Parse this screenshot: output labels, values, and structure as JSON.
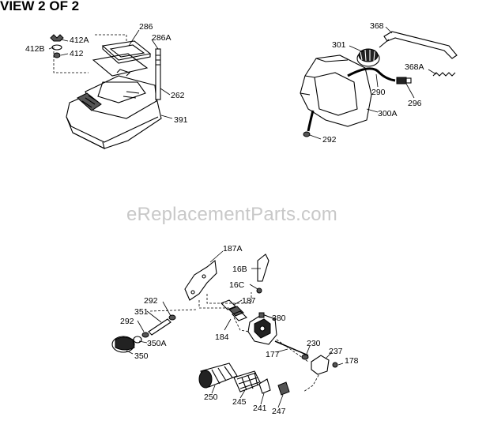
{
  "header": {
    "title": "VIEW 2 OF 2"
  },
  "watermark": "eReplacementParts.com",
  "callouts": {
    "p286": "286",
    "p286a": "286A",
    "p412a": "412A",
    "p412b": "412B",
    "p412": "412",
    "p262": "262",
    "p391": "391",
    "p368": "368",
    "p301": "301",
    "p368a": "368A",
    "p290": "290",
    "p296": "296",
    "p300a": "300A",
    "p292top": "292",
    "p187a": "187A",
    "p16b": "16B",
    "p16c": "16C",
    "p187": "187",
    "p380": "380",
    "p184": "184",
    "p292a": "292",
    "p351": "351",
    "p292b": "292",
    "p350a": "350A",
    "p350": "350",
    "p177": "177",
    "p230": "230",
    "p237": "237",
    "p178": "178",
    "p250": "250",
    "p245": "245",
    "p241": "241",
    "p247": "247"
  }
}
